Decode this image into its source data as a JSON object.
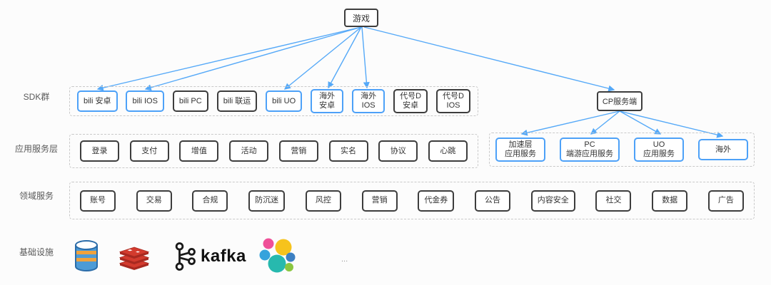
{
  "colors": {
    "accent_blue": "#4da1f8",
    "dark_border": "#3d3d3d",
    "line_blue": "#55a9f8"
  },
  "root_node": {
    "label": "游戏"
  },
  "cp_node": {
    "label": "CP服务端"
  },
  "layers": {
    "sdk": {
      "label": "SDK群"
    },
    "app": {
      "label": "应用服务层"
    },
    "domain": {
      "label": "领域服务"
    },
    "infra": {
      "label": "基础设施"
    }
  },
  "sdk_row": {
    "items": [
      {
        "label": "bili 安卓",
        "variant": "blue"
      },
      {
        "label": "bili IOS",
        "variant": "blue"
      },
      {
        "label": "bili PC",
        "variant": "dark"
      },
      {
        "label": "bili 联运",
        "variant": "dark"
      },
      {
        "label": "bili UO",
        "variant": "blue"
      },
      {
        "label": "海外\n安卓",
        "variant": "blue"
      },
      {
        "label": "海外\nIOS",
        "variant": "blue"
      },
      {
        "label": "代号D\n安卓",
        "variant": "dark"
      },
      {
        "label": "代号D\nIOS",
        "variant": "dark"
      }
    ]
  },
  "app_row": {
    "items": [
      {
        "label": "登录",
        "variant": "dark"
      },
      {
        "label": "支付",
        "variant": "dark"
      },
      {
        "label": "增值",
        "variant": "dark"
      },
      {
        "label": "活动",
        "variant": "dark"
      },
      {
        "label": "营销",
        "variant": "dark"
      },
      {
        "label": "实名",
        "variant": "dark"
      },
      {
        "label": "协议",
        "variant": "dark"
      },
      {
        "label": "心跳",
        "variant": "dark"
      }
    ]
  },
  "cp_app_row": {
    "items": [
      {
        "label": "加速层\n应用服务",
        "variant": "blue"
      },
      {
        "label": "PC\n端游应用服务",
        "variant": "blue"
      },
      {
        "label": "UO\n应用服务",
        "variant": "blue"
      },
      {
        "label": "海外",
        "variant": "blue"
      }
    ]
  },
  "domain_row": {
    "items": [
      {
        "label": "账号",
        "variant": "dark"
      },
      {
        "label": "交易",
        "variant": "dark"
      },
      {
        "label": "合规",
        "variant": "dark"
      },
      {
        "label": "防沉迷",
        "variant": "dark"
      },
      {
        "label": "风控",
        "variant": "dark"
      },
      {
        "label": "营销",
        "variant": "dark"
      },
      {
        "label": "代金券",
        "variant": "dark"
      },
      {
        "label": "公告",
        "variant": "dark"
      },
      {
        "label": "内容安全",
        "variant": "dark"
      },
      {
        "label": "社交",
        "variant": "dark"
      },
      {
        "label": "数据",
        "variant": "dark"
      },
      {
        "label": "广告",
        "variant": "dark"
      }
    ]
  },
  "infra_row": {
    "icons": [
      {
        "name": "database-icon"
      },
      {
        "name": "redis-icon"
      },
      {
        "name": "kafka-icon",
        "label": "kafka"
      },
      {
        "name": "elasticsearch-icon"
      }
    ],
    "more_label": "..."
  }
}
